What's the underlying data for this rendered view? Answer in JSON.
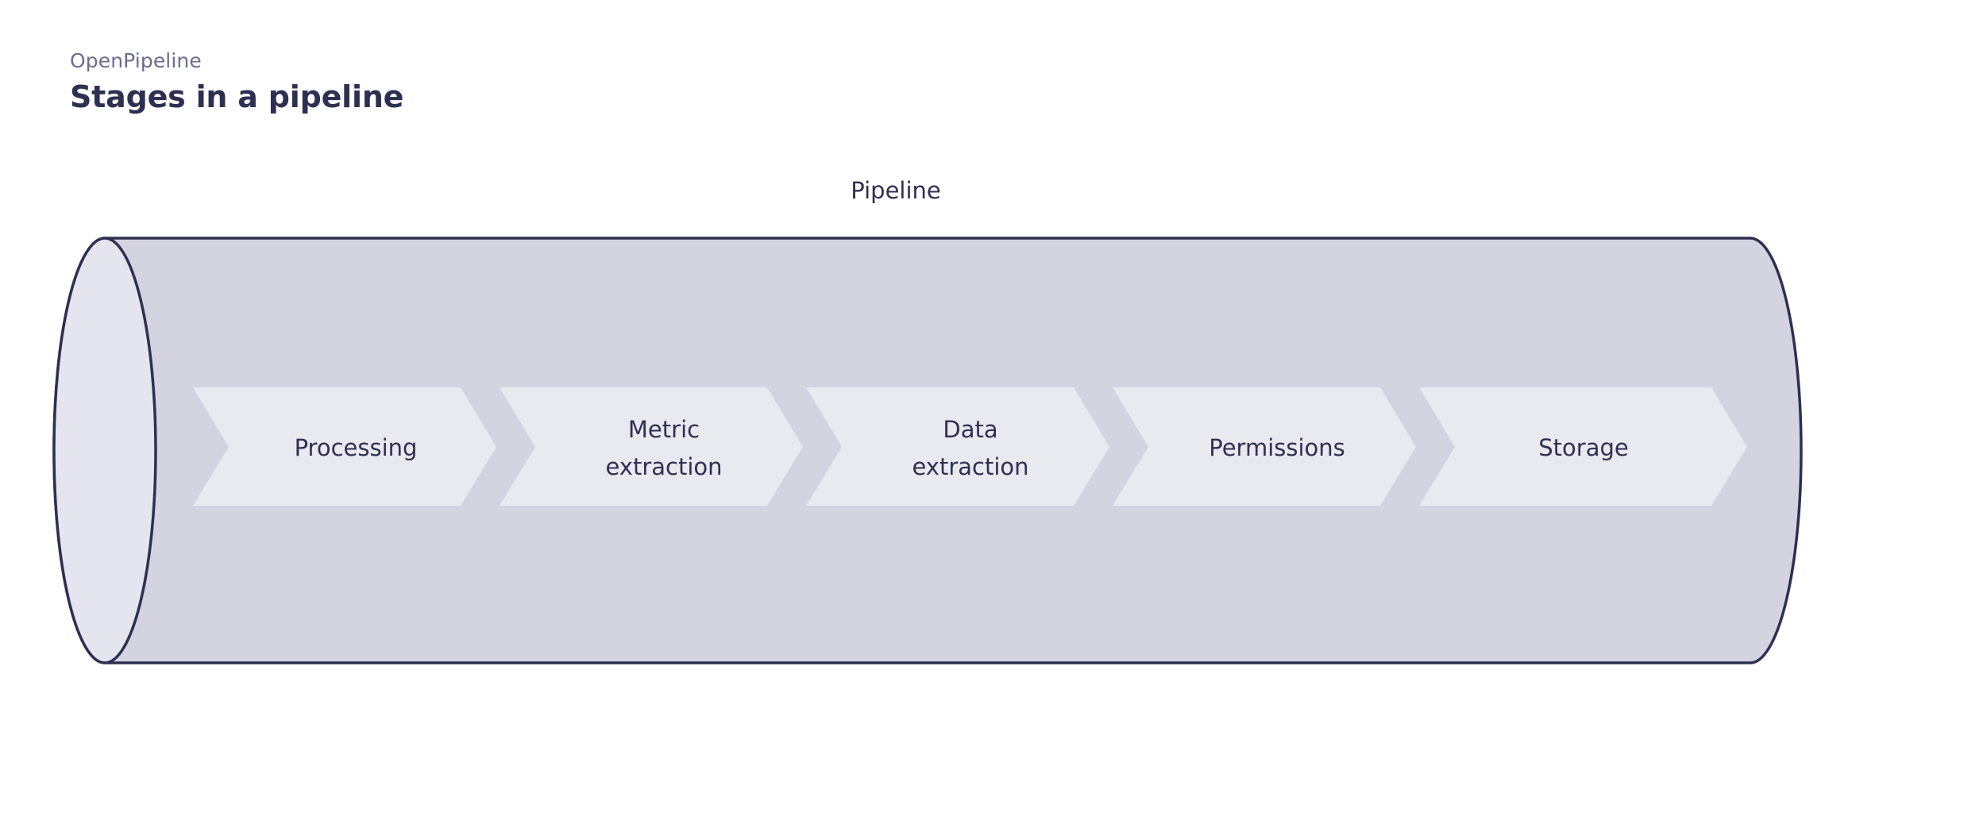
{
  "header": {
    "eyebrow": "OpenPipeline",
    "title": "Stages in a pipeline"
  },
  "diagram": {
    "container_label": "Pipeline",
    "container_name": "pipeline-cylinder",
    "colors": {
      "background": "#ffffff",
      "cylinder_body": "#d3d4e0",
      "cylinder_cap": "#e4e5ee",
      "cylinder_stroke": "#2e3052",
      "stage_fill": "#e9e9f0",
      "title_text": "#2e3052",
      "eyebrow_text": "#6b6e8f",
      "label_text": "#2e3052"
    },
    "stages": [
      {
        "id": "processing",
        "label": "Processing",
        "line1": "Processing",
        "line2": ""
      },
      {
        "id": "metric-extraction",
        "label": "Metric extraction",
        "line1": "Metric",
        "line2": "extraction"
      },
      {
        "id": "data-extraction",
        "label": "Data extraction",
        "line1": "Data",
        "line2": "extraction"
      },
      {
        "id": "permissions",
        "label": "Permissions",
        "line1": "Permissions",
        "line2": ""
      },
      {
        "id": "storage",
        "label": "Storage",
        "line1": "Storage",
        "line2": ""
      }
    ]
  },
  "chart_data": {
    "type": "diagram",
    "title": "Stages in a pipeline",
    "subtitle": "OpenPipeline",
    "container": "Pipeline",
    "categories": [
      "Processing",
      "Metric extraction",
      "Data extraction",
      "Permissions",
      "Storage"
    ],
    "order": [
      1,
      2,
      3,
      4,
      5
    ],
    "shape": "chevron-sequence-inside-cylinder",
    "legend": "none",
    "grid": false
  }
}
